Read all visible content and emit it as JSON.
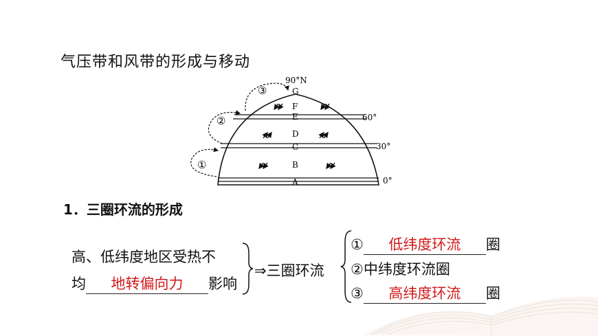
{
  "title": "气压带和风带的形成与移动",
  "diagram": {
    "lat_labels": [
      "90°N",
      "60°",
      "30°",
      "0°"
    ],
    "belt_letters": [
      "G",
      "F",
      "E",
      "D",
      "C",
      "B",
      "A"
    ],
    "circle_labels": [
      "③",
      "②",
      "①"
    ]
  },
  "section": {
    "heading": "1．三圈环流的形成",
    "cause_line1": "高、低纬度地区受热不",
    "cause_line2_prefix": "均",
    "cause_answer": "地转偏向力",
    "cause_line2_suffix": "影响",
    "arrow": "⇒",
    "result": "三圈环流",
    "items": [
      {
        "num": "①",
        "answer": "低纬度环流",
        "suffix": "圈"
      },
      {
        "num": "②",
        "text": "中纬度环流圈"
      },
      {
        "num": "③",
        "answer": "高纬度环流",
        "suffix": "圈"
      }
    ]
  }
}
